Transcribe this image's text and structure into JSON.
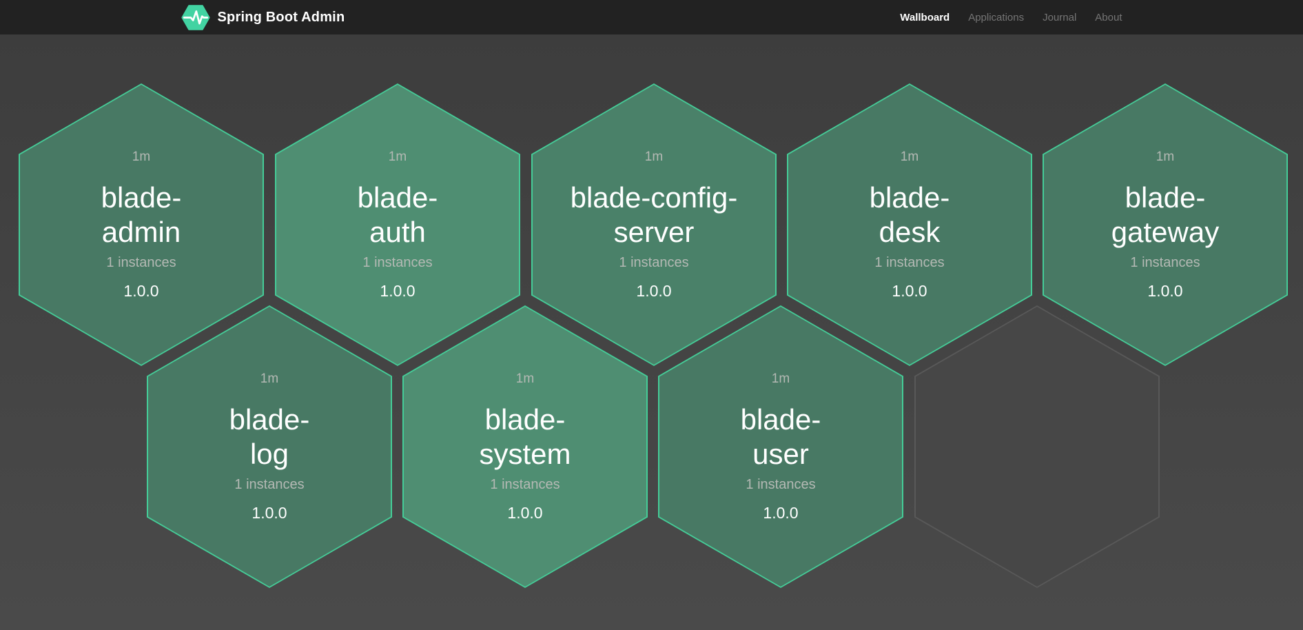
{
  "header": {
    "brand": {
      "title": "Spring Boot Admin",
      "logo_icon": "hexagon-pulse-icon",
      "logo_color": "#42d3a2"
    },
    "nav": [
      {
        "label": "Wallboard",
        "active": true
      },
      {
        "label": "Applications",
        "active": false
      },
      {
        "label": "Journal",
        "active": false
      },
      {
        "label": "About",
        "active": false
      }
    ],
    "colors": {
      "bar_bg": "#222222",
      "nav_active": "#ffffff",
      "nav_inactive": "#757575"
    }
  },
  "wallboard": {
    "tiles": [
      {
        "name": "blade-admin",
        "name_lines": [
          "blade-",
          "admin"
        ],
        "uptime": "1m",
        "instances": "1 instances",
        "version": "1.0.0",
        "fill": "#487964",
        "status": "up"
      },
      {
        "name": "blade-auth",
        "name_lines": [
          "blade-",
          "auth"
        ],
        "uptime": "1m",
        "instances": "1 instances",
        "version": "1.0.0",
        "fill": "#4f8e72",
        "status": "up"
      },
      {
        "name": "blade-config-server",
        "name_lines": [
          "blade-config-",
          "server"
        ],
        "uptime": "1m",
        "instances": "1 instances",
        "version": "1.0.0",
        "fill": "#4a8169",
        "status": "up"
      },
      {
        "name": "blade-desk",
        "name_lines": [
          "blade-",
          "desk"
        ],
        "uptime": "1m",
        "instances": "1 instances",
        "version": "1.0.0",
        "fill": "#487964",
        "status": "up"
      },
      {
        "name": "blade-gateway",
        "name_lines": [
          "blade-",
          "gateway"
        ],
        "uptime": "1m",
        "instances": "1 instances",
        "version": "1.0.0",
        "fill": "#487964",
        "status": "up"
      },
      {
        "name": "blade-log",
        "name_lines": [
          "blade-",
          "log"
        ],
        "uptime": "1m",
        "instances": "1 instances",
        "version": "1.0.0",
        "fill": "#487964",
        "status": "up"
      },
      {
        "name": "blade-system",
        "name_lines": [
          "blade-",
          "system"
        ],
        "uptime": "1m",
        "instances": "1 instances",
        "version": "1.0.0",
        "fill": "#4f8e72",
        "status": "up"
      },
      {
        "name": "blade-user",
        "name_lines": [
          "blade-",
          "user"
        ],
        "uptime": "1m",
        "instances": "1 instances",
        "version": "1.0.0",
        "fill": "#487964",
        "status": "up"
      }
    ],
    "empty_slots": 1,
    "colors": {
      "tile_border": "#45cd98",
      "tile_fill": "#487a66",
      "empty_border": "#595959",
      "empty_fill": "#474747",
      "text_muted": "#b4b9b4",
      "text_main": "#ffffff"
    }
  }
}
